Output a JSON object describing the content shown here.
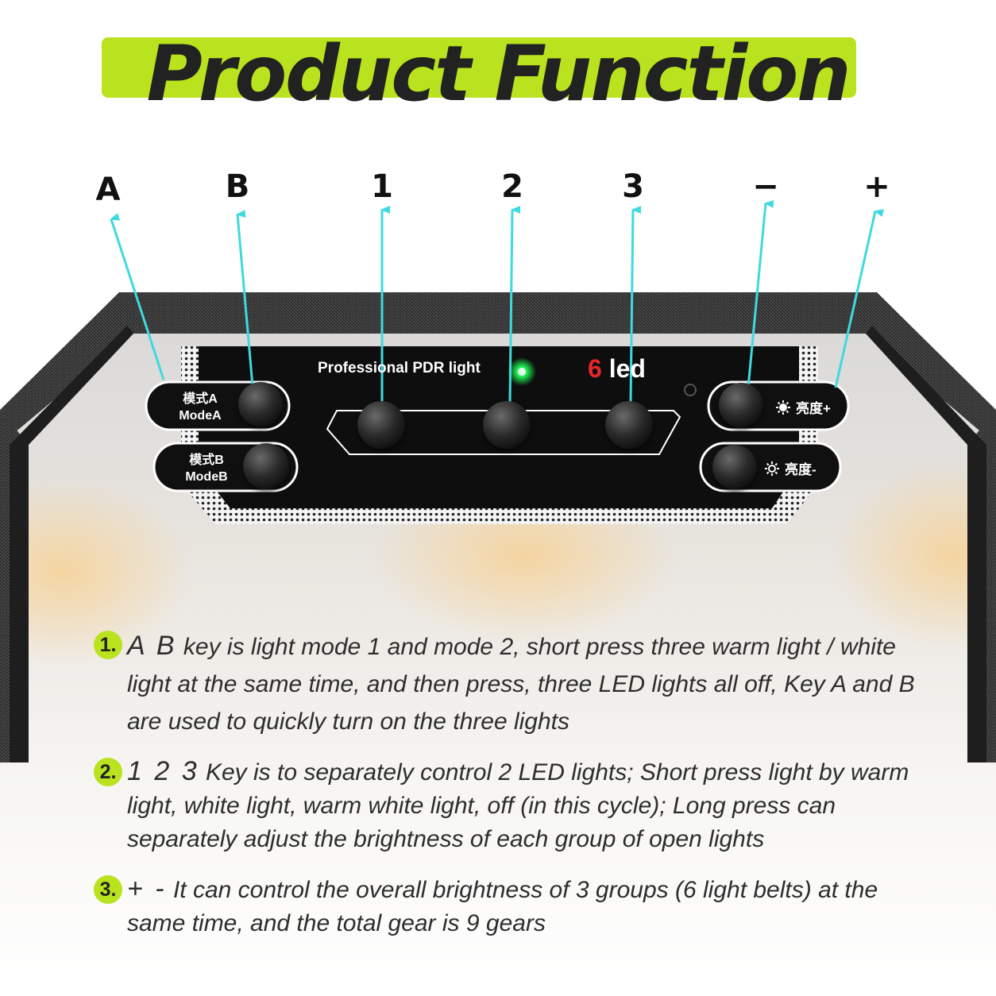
{
  "header": {
    "title": "Product Function"
  },
  "pointer_labels": [
    "A",
    "B",
    "1",
    "2",
    "3",
    "−",
    "+"
  ],
  "panel": {
    "brand": "Professional PDR light",
    "led_count": "6",
    "led_word": "led",
    "mode_a": {
      "cn": "模式A",
      "en": "ModeA"
    },
    "mode_b": {
      "cn": "模式B",
      "en": "ModeB"
    },
    "brightness_up": "亮度+",
    "brightness_down": "亮度-"
  },
  "items": [
    {
      "num": "1.",
      "keys": "A B",
      "text": "key is light mode 1 and mode 2, short press three warm light / white light at the same time, and then press, three LED lights all off, Key A and B are used to quickly turn on the three lights"
    },
    {
      "num": "2.",
      "keys": "1 2 3",
      "text": "Key is to separately control 2 LED lights; Short press light by warm light, white light, warm white light, off (in this cycle); Long press can separately adjust the brightness of each group of open lights"
    },
    {
      "num": "3.",
      "keys": "+ -",
      "text": "It can control the overall brightness of 3 groups (6 light belts) at the same time, and the total gear is 9 gears"
    }
  ],
  "colors": {
    "accent": "#b9e21f",
    "arrow": "#3fd9e0",
    "led": "#19e04a",
    "red": "#e8262b"
  }
}
